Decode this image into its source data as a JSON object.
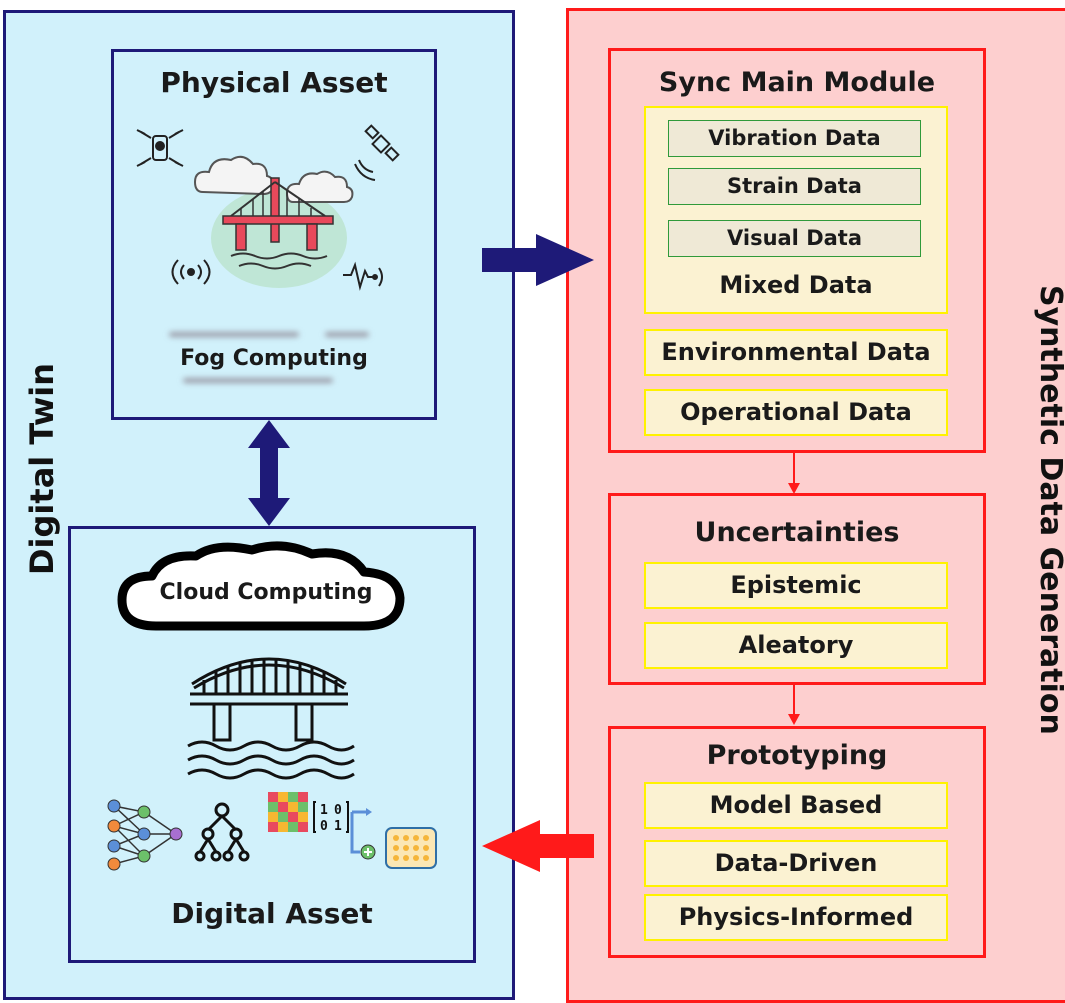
{
  "digital_twin": {
    "label": "Digital Twin",
    "physical_asset": {
      "title": "Physical Asset",
      "fog": "Fog Computing"
    },
    "digital_asset": {
      "title": "Digital Asset",
      "cloud": "Cloud Computing"
    }
  },
  "synthetic": {
    "label": "Synthetic Data Generation",
    "sync": {
      "title": "Sync Main Module",
      "inner": [
        "Vibration Data",
        "Strain Data",
        "Visual Data"
      ],
      "mixed": "Mixed Data",
      "others": [
        "Environmental Data",
        "Operational Data"
      ]
    },
    "uncertainties": {
      "title": "Uncertainties",
      "items": [
        "Epistemic",
        "Aleatory"
      ]
    },
    "prototyping": {
      "title": "Prototyping",
      "items": [
        "Model Based",
        "Data-Driven",
        "Physics-Informed"
      ]
    }
  },
  "colors": {
    "navy": "#1e1a78",
    "red": "#ff1a1a",
    "light_blue": "#d1f1fb",
    "pink": "#fdcfcf",
    "yellow_border": "#fff200",
    "cream": "#fbf2d2",
    "green_border": "#2f9a3a"
  },
  "icons": [
    "drone-icon",
    "satellite-icon",
    "bridge-icon",
    "cloud-icon",
    "wifi-sensor-icon",
    "signal-sensor-icon",
    "neural-network-icon",
    "decision-tree-icon",
    "heatmap-icon",
    "binary-icon",
    "data-board-icon"
  ]
}
